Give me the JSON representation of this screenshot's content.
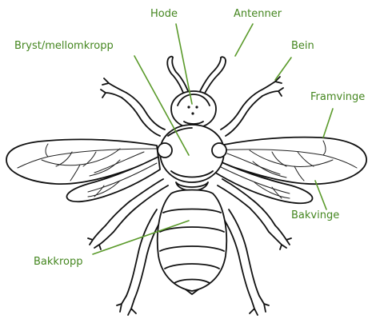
{
  "theme": {
    "label_color": "#44861f",
    "leader_color": "#5a9a2a",
    "ink_color": "#111111"
  },
  "labels": {
    "head": "Hode",
    "antennae": "Antenner",
    "thorax": "Bryst/mellomkropp",
    "legs": "Bein",
    "forewing": "Framvinge",
    "hindwing": "Bakvinge",
    "abdomen": "Bakkropp"
  }
}
